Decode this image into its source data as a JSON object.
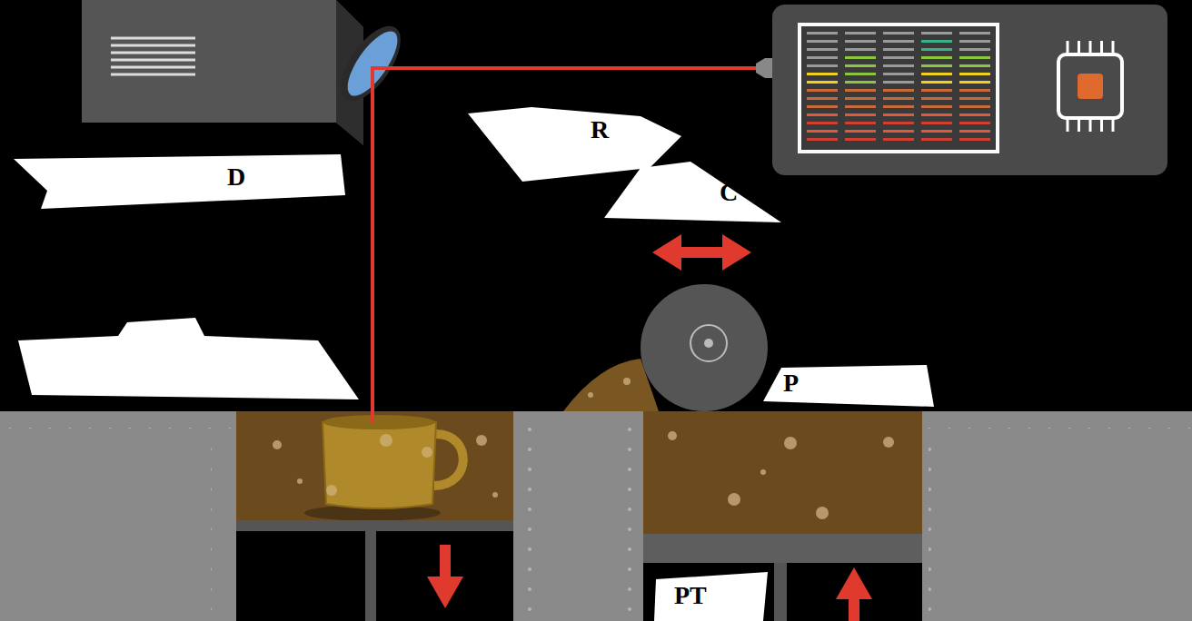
{
  "diagram": {
    "labels": [
      "D",
      "R",
      "C",
      "P",
      "PT"
    ]
  }
}
